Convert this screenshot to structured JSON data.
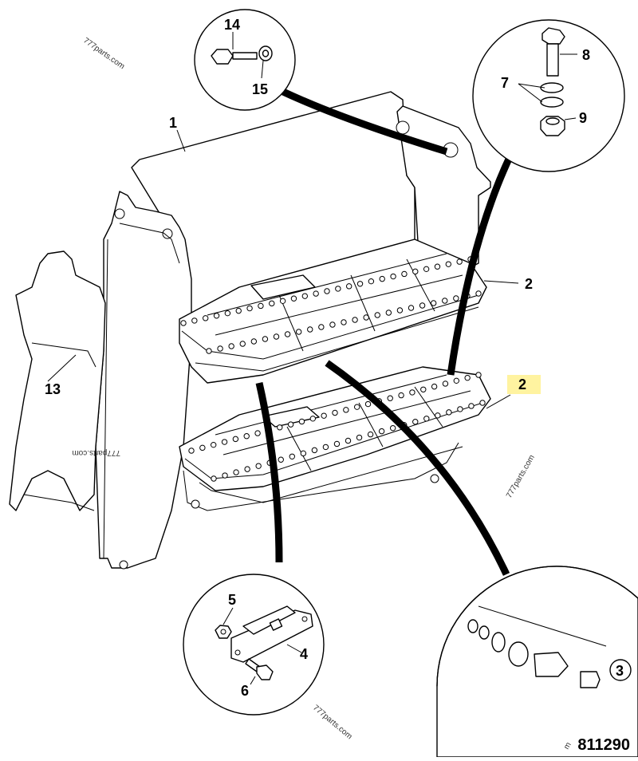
{
  "callouts": {
    "c1": "1",
    "c2_upper": "2",
    "c2_lower": "2",
    "c3": "3",
    "c4": "4",
    "c5": "5",
    "c6": "6",
    "c7": "7",
    "c8": "8",
    "c9": "9",
    "c13": "13",
    "c14": "14",
    "c15": "15"
  },
  "highlight_color": "#fff3a0",
  "watermarks": {
    "wm_top_left": "777parts.com",
    "wm_mid_left": "777parts.com",
    "wm_mid_right": "777parts.com",
    "wm_bottom": "777parts.com",
    "wm_bottom_right_edge": "m"
  },
  "figure_number": "811290",
  "icons": {
    "bolt": "hex-bolt-icon",
    "washer": "washer-icon",
    "nut": "hex-nut-icon",
    "latch": "latch-plate-icon"
  }
}
